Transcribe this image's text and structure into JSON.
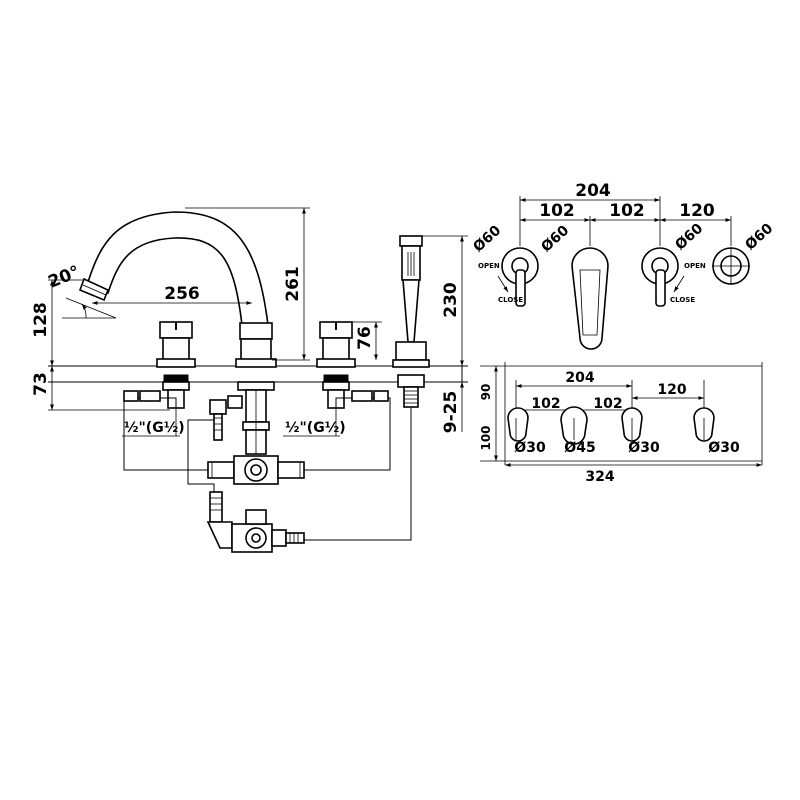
{
  "side_view": {
    "dim_256": "256",
    "dim_261": "261",
    "dim_128": "128",
    "dim_73": "73",
    "dim_76": "76",
    "dim_230": "230",
    "dim_9_25": "9-25",
    "angle_20": "20°",
    "thread_half": "½\"",
    "thread_g_open": "(G",
    "thread_half2": "½",
    "thread_close": ")"
  },
  "wall_view": {
    "dim_204": "204",
    "dim_102_a": "102",
    "dim_102_b": "102",
    "dim_120": "120",
    "dia_60_a": "Ø60",
    "dia_60_b": "Ø60",
    "dia_60_c": "Ø60",
    "dia_60_d": "Ø60",
    "open_label_a": "OPEN",
    "close_label_a": "CLOSE",
    "open_label_b": "OPEN",
    "close_label_b": "CLOSE"
  },
  "top_view": {
    "dim_204": "204",
    "dim_120": "120",
    "dim_102_a": "102",
    "dim_102_b": "102",
    "dim_90": "90",
    "dim_100": "100",
    "dia_30_a": "Ø30",
    "dia_45": "Ø45",
    "dia_30_b": "Ø30",
    "dia_30_c": "Ø30",
    "dim_324": "324"
  }
}
